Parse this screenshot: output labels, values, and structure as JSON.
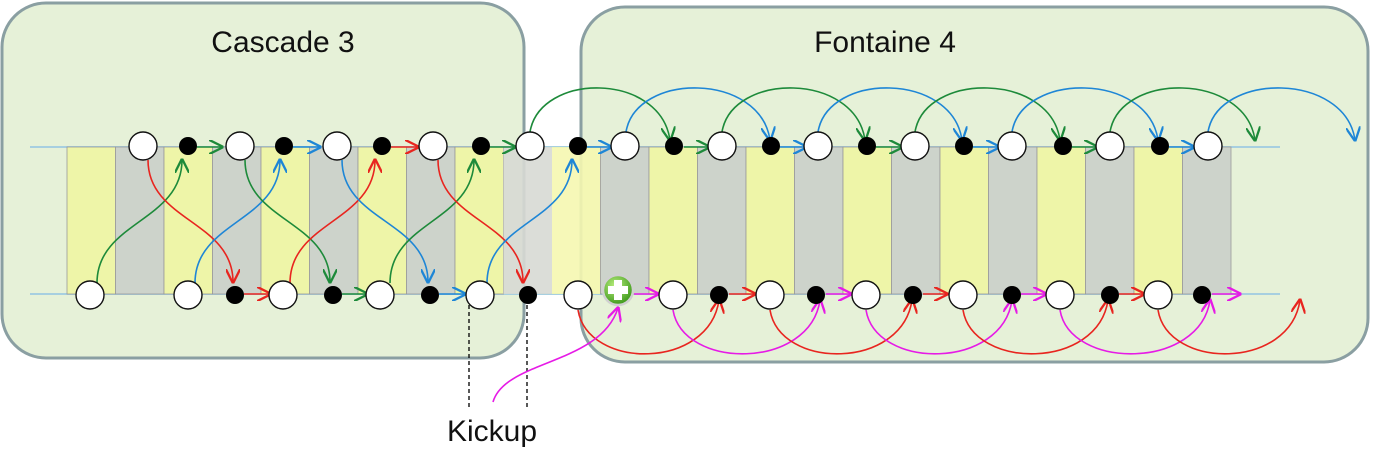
{
  "panels": {
    "left_title": "Cascade 3",
    "right_title": "Fontaine 4"
  },
  "labels": {
    "kickup": "Kickup"
  },
  "colors": {
    "panel_fill": "#e6f1d8",
    "panel_border": "#8a9fa2",
    "stripe_yellow": "#eef5a8",
    "stripe_gray": "#cdd3cb",
    "rail": "#a7cfe0",
    "red": "#e8251f",
    "green": "#1d8a3a",
    "blue": "#1e86d6",
    "magenta": "#e61be6",
    "plus_badge": "#5cb82d"
  },
  "icons": {
    "kickup_marker": "plus-circle-icon"
  }
}
